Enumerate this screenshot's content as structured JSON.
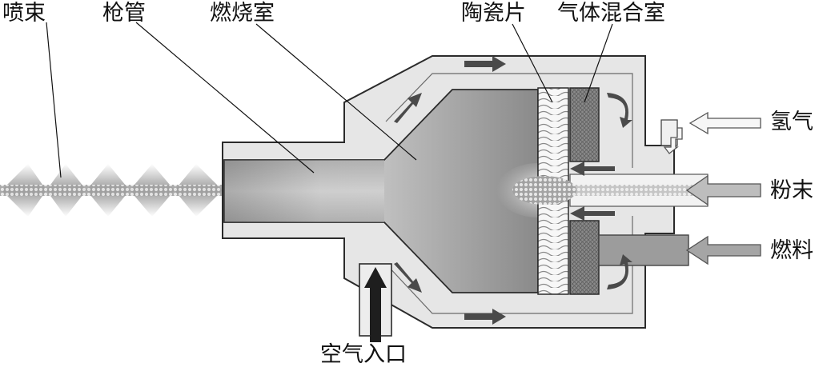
{
  "labels": {
    "spray_beam": "喷束",
    "gun_barrel": "枪管",
    "combustion_chamber": "燃烧室",
    "ceramic_plate": "陶瓷片",
    "gas_mixing_chamber": "气体混合室",
    "hydrogen": "氢气",
    "powder": "粉末",
    "fuel": "燃料",
    "air_inlet": "空气入口"
  },
  "colors": {
    "body_fill": "#e6e6e6",
    "outline": "#2b2b2b",
    "flow_arrow": "#4a4a4a",
    "inlet_arrow": "#bdbdbd",
    "mix_chamber": "#7d7d7d",
    "powder_stream": "#8c8c8c"
  }
}
